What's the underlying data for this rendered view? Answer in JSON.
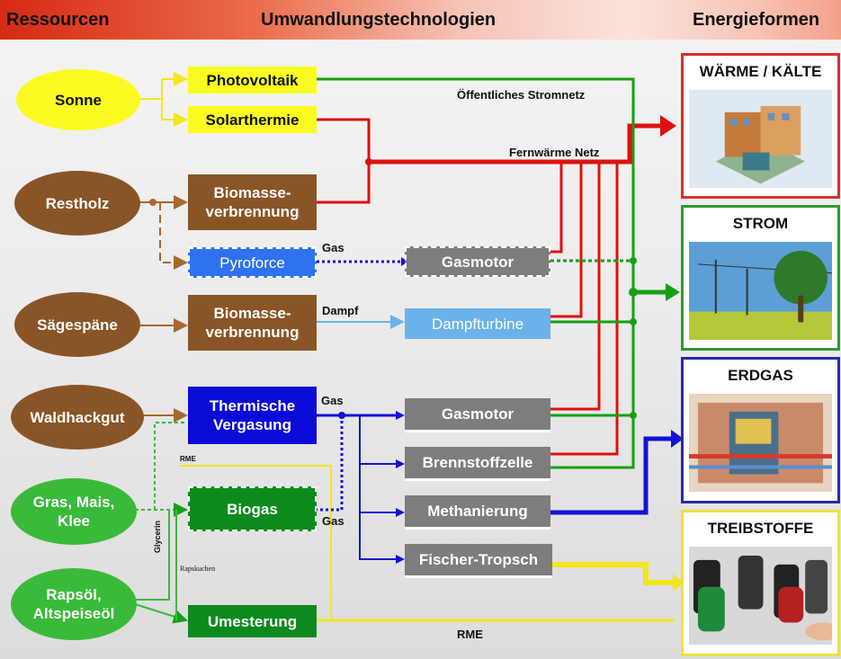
{
  "header": {
    "col1": "Ressourcen",
    "col2": "Umwandlungstechnologien",
    "col3": "Energieformen"
  },
  "resources": {
    "sonne": "Sonne",
    "restholz": "Restholz",
    "saegespaene": "Sägespäne",
    "waldhackgut": "Waldhackgut",
    "gras_line1": "Gras, Mais,",
    "gras_line2": "Klee",
    "raps_line1": "Rapsöl,",
    "raps_line2": "Altspeiseöl"
  },
  "technologies": {
    "photovoltaik": "Photovoltaik",
    "solarthermie": "Solarthermie",
    "biomasse1_line1": "Biomasse-",
    "biomasse1_line2": "verbrennung",
    "pyroforce": "Pyroforce",
    "biomasse2_line1": "Biomasse-",
    "biomasse2_line2": "verbrennung",
    "thermische_line1": "Thermische",
    "thermische_line2": "Vergasung",
    "biogas": "Biogas",
    "umesterung": "Umesterung",
    "gasmotor1": "Gasmotor",
    "dampfturbine": "Dampfturbine",
    "gasmotor2": "Gasmotor",
    "brennstoffzelle": "Brennstoffzelle",
    "methanierung": "Methanierung",
    "fischer_tropsch": "Fischer-Tropsch"
  },
  "labels": {
    "stromnetz": "Öffentliches Stromnetz",
    "fernwaerme": "Fernwärme Netz",
    "gas1": "Gas",
    "dampf": "Dampf",
    "gas2": "Gas",
    "gas3": "Gas",
    "rme_small": "RME",
    "glycerin": "Glycerin",
    "rapskuchen": "Rapskuchen",
    "rme_bottom": "RME"
  },
  "energy_forms": {
    "waerme": "WÄRME / KÄLTE",
    "strom": "STROM",
    "erdgas": "ERDGAS",
    "treibstoffe": "TREIBSTOFFE"
  },
  "colors": {
    "strom_green": "#14a014",
    "waerme_red": "#e01010",
    "gas_blue": "#1212d8",
    "fuel_yellow": "#f2e61c",
    "wood_brown": "#a4692c"
  }
}
